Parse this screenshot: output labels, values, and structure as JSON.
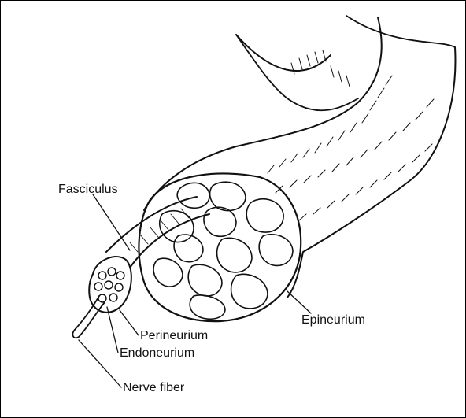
{
  "labels": {
    "fasciculus": "Fasciculus",
    "epineurium": "Epineurium",
    "perineurium": "Perineurium",
    "endoneurium": "Endoneurium",
    "nerve_fiber": "Nerve fiber"
  }
}
